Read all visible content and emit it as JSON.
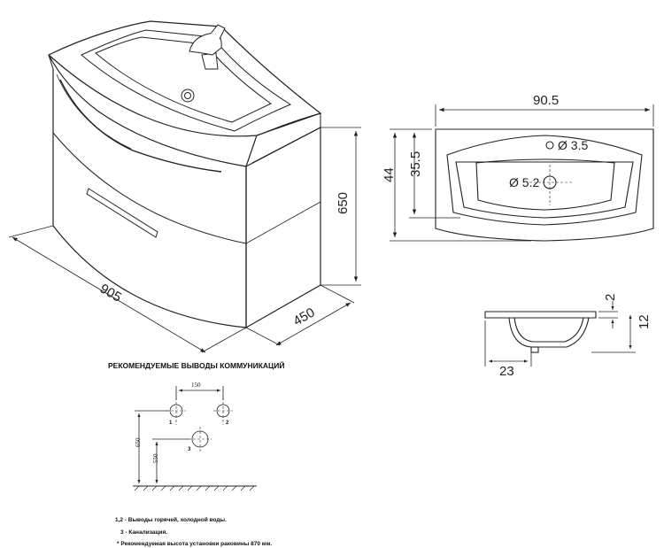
{
  "cabinet": {
    "width_label": "905",
    "depth_label": "450",
    "height_label": "650"
  },
  "top_view": {
    "width_label": "90.5",
    "outer_depth_label": "44",
    "inner_depth_label": "35.5",
    "faucet_hole_label": "Ø 3.5",
    "drain_hole_label": "Ø 5.2"
  },
  "section_view": {
    "rim_label": "2",
    "height_label": "12",
    "width_label": "23"
  },
  "connections": {
    "heading": "РЕКОМЕНДУЕМЫЕ ВЫВОДЫ КОММУНИКАЦИЙ",
    "spacing_label": "150",
    "height_water_label": "650",
    "height_drain_label": "550",
    "outlet_1_label": "1",
    "outlet_2_label": "2",
    "outlet_3_label": "3",
    "notes": [
      "1,2 - Выводы горячей, холодной воды.",
      "3 - Канализация.",
      "* Рекомендуемая высота установки раковины 870 мм."
    ]
  }
}
